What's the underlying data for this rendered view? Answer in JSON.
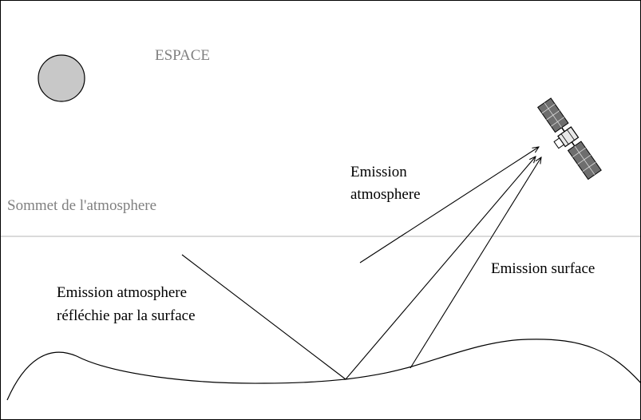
{
  "labels": {
    "espace": "ESPACE",
    "sommet": "Sommet de l'atmosphere",
    "emission_atmosphere_line1": "Emission",
    "emission_atmosphere_line2": "atmosphere",
    "emission_surface": "Emission surface",
    "reflected_line1": "Emission atmosphere",
    "reflected_line2": "réfléchie par la surface"
  },
  "colors": {
    "text": "#000000",
    "muted_text": "#808080",
    "sun_fill": "#c8c8c8",
    "horizon_line": "#b4b4b4",
    "satellite_panel": "#6e6e6e",
    "background": "#ffffff"
  },
  "icons": {
    "sun": "sun-icon",
    "satellite": "satellite-icon"
  }
}
